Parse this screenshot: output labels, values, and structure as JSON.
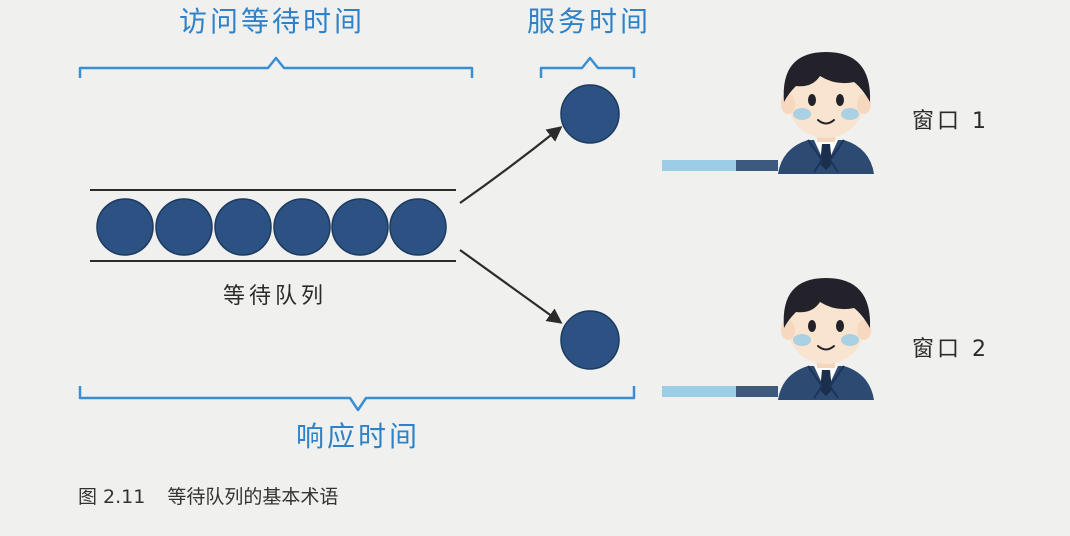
{
  "labels": {
    "access_wait_time": "访问等待时间",
    "service_time": "服务时间",
    "wait_queue": "等待队列",
    "response_time": "响应时间",
    "window_1": "窗口 1",
    "window_2": "窗口 2"
  },
  "caption": {
    "figure_number": "图 2.11",
    "text": "等待队列的基本术语"
  },
  "colors": {
    "ball": "#2b5282",
    "ball_stroke": "#1d3a5f",
    "bracket": "#3a8fd4",
    "label_blue": "#2f82c7",
    "hair": "#23222a",
    "skin": "#f9e4cf",
    "suit": "#2c4a72",
    "counter_light": "#9ccde6",
    "counter_dark": "#3d5a7d"
  },
  "queue": {
    "count": 6
  }
}
